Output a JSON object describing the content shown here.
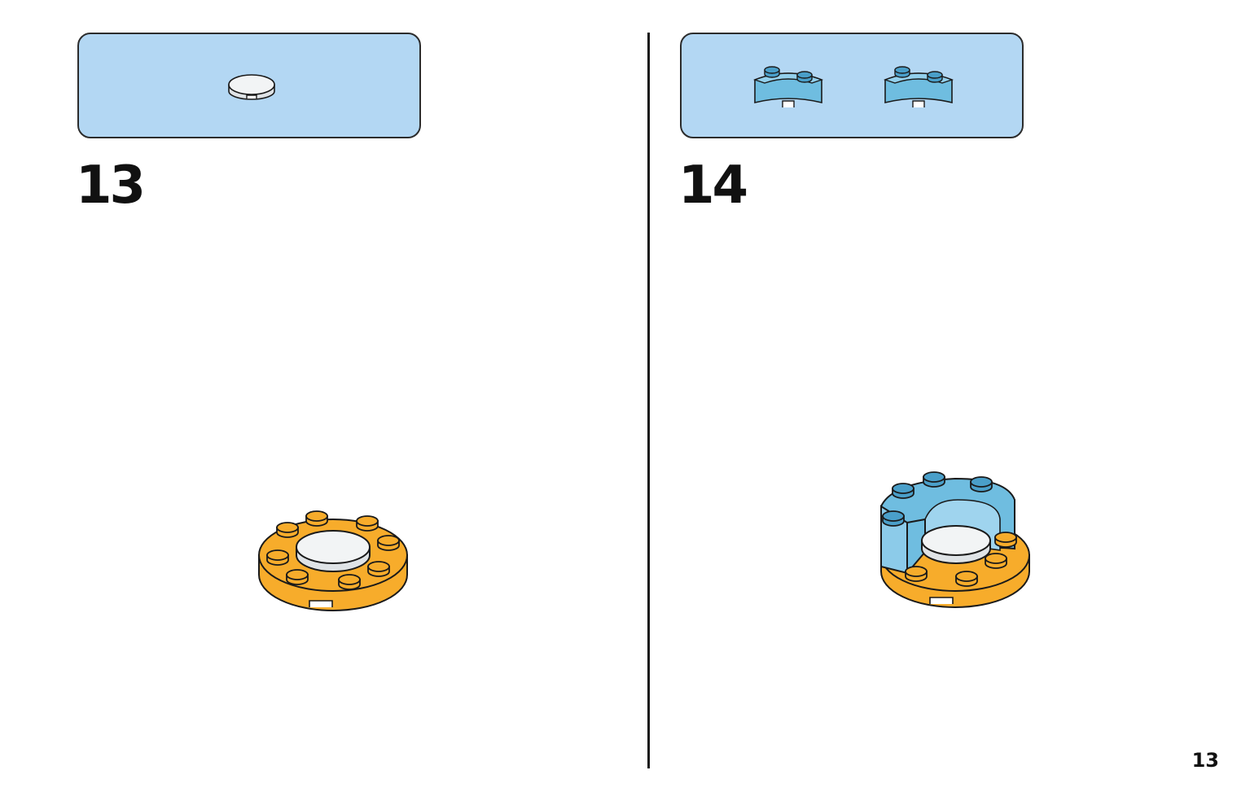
{
  "steps": [
    {
      "number": "13",
      "parts": [
        {
          "part": "white-round-tile-1x1",
          "color": "#f2f4f5"
        }
      ]
    },
    {
      "number": "14",
      "parts": [
        {
          "part": "blue-curved-brick",
          "color": "#6fbde0"
        },
        {
          "part": "blue-curved-brick",
          "color": "#6fbde0"
        }
      ]
    }
  ],
  "colors": {
    "parts_box_bg": "#b3d7f3",
    "orange_plate": "#f7ac2b",
    "medium_azure": "#6fbde0",
    "white_tile": "#f2f4f5",
    "outline": "#1a1a1a"
  },
  "page_number": "13"
}
